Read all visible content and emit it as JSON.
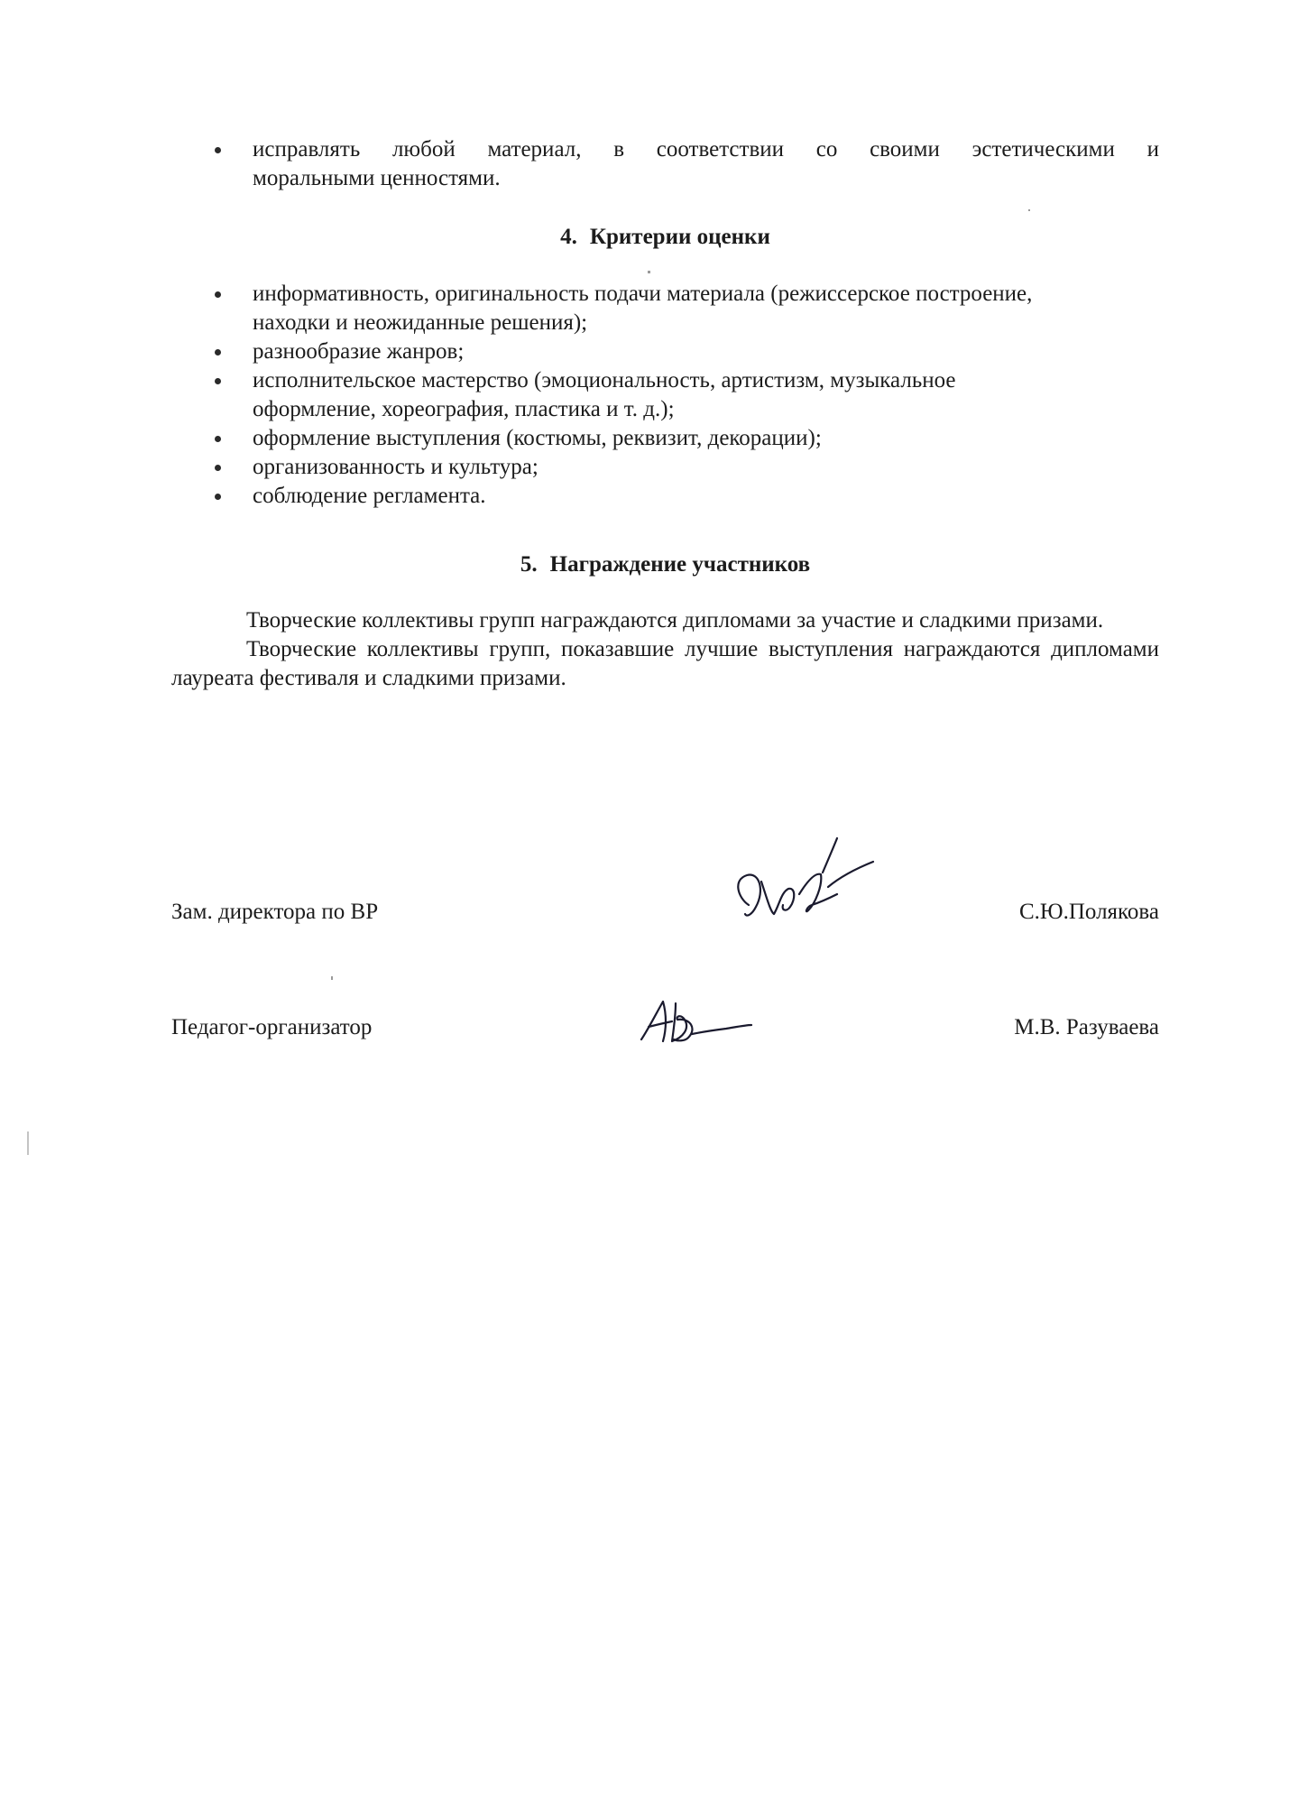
{
  "intro_bullet": {
    "line1": "исправлять любой материал, в соответствии со своими эстетическими и",
    "line2": "моральными ценностями."
  },
  "section4": {
    "number": "4.",
    "title": "Критерии оценки",
    "items": [
      {
        "lines": [
          "информативность, оригинальность подачи материала (режиссерское построение,",
          "находки и неожиданные решения);"
        ]
      },
      {
        "lines": [
          "разнообразие жанров;"
        ]
      },
      {
        "lines": [
          "исполнительское  мастерство (эмоциональность, артистизм, музыкальное",
          "оформление, хореография, пластика и т. д.);"
        ]
      },
      {
        "lines": [
          "оформление выступления (костюмы, реквизит, декорации);"
        ]
      },
      {
        "lines": [
          "организованность и культура;"
        ]
      },
      {
        "lines": [
          "соблюдение регламента."
        ]
      }
    ]
  },
  "section5": {
    "number": "5.",
    "title": "Награждение участников",
    "paragraphs": [
      "Творческие коллективы групп награждаются дипломами за участие и сладкими призами.",
      "Творческие коллективы групп, показавшие лучшие выступления награждаются дипломами лауреата фестиваля и сладкими призами."
    ]
  },
  "signatures": [
    {
      "role": "Зам. директора по ВР",
      "name": "С.Ю.Полякова"
    },
    {
      "role": "Педагог-организатор",
      "name": "М.В. Разуваева"
    }
  ]
}
